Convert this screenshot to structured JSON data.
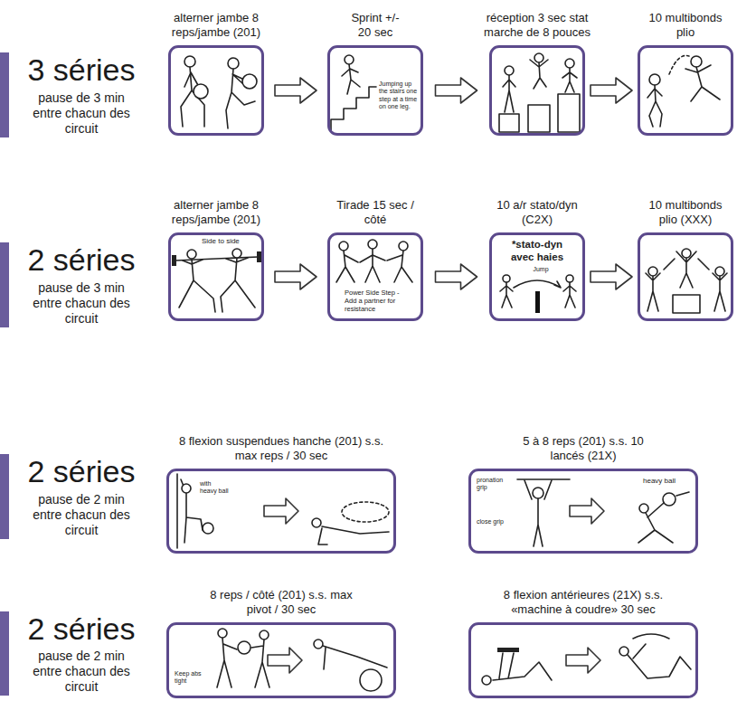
{
  "diagram": {
    "nodes": [
      {
        "text": [
          "alterner jambe 8 reps/jambe (201)"
        ]
      },
      {
        "text": [
          "Sprint +/- 20 sec",
          "Jumping up the stairs one step at a time on one leg."
        ]
      },
      {
        "text": [
          "réception 3 sec stat marche de 8 pouces"
        ]
      },
      {
        "text": [
          "10 multibonds plio"
        ]
      },
      {
        "text": [
          "alterner jambe 8 reps/jambe (201)",
          "Side to side"
        ]
      },
      {
        "text": [
          "Tirade 15 sec / côté",
          "Power Side Step -Add a partner for resistance"
        ]
      },
      {
        "text": [
          "10 a/r stato/dyn (C2X)",
          "*stato-dyn avec haies",
          "Jump"
        ]
      },
      {
        "text": [
          "10 multibonds plio (XXX)"
        ]
      },
      {
        "text": [
          "8 flexion suspendues hanche (201) s.s. max reps / 30 sec",
          "with heavy ball"
        ]
      },
      {
        "text": [
          "5 à 8 reps (201) s.s. 10 lancés (21X)",
          "pronation grip",
          "close grip",
          "heavy ball"
        ]
      },
      {
        "text": [
          "8 reps / côté (201) s.s. max pivot / 30 sec",
          "Keep abs tight"
        ]
      },
      {
        "text": [
          "8 flexion antérieures (21X) s.s. «machine à coudre» 30 sec"
        ]
      }
    ],
    "edges": [
      {
        "from": 0,
        "to": 1,
        "arrow": "to"
      },
      {
        "from": 1,
        "to": 2,
        "arrow": "to"
      },
      {
        "from": 2,
        "to": 3,
        "arrow": "to"
      },
      {
        "from": 4,
        "to": 5,
        "arrow": "to"
      },
      {
        "from": 5,
        "to": 6,
        "arrow": "to"
      },
      {
        "from": 6,
        "to": 7,
        "arrow": "to"
      }
    ],
    "labels": [
      "3 séries",
      "pause de 3 min entre chacun des circuit",
      "2 séries",
      "pause de 3 min entre chacun des circuit",
      "2 séries",
      "pause de 2 min entre chacun des circuit",
      "2 séries",
      "pause de 2 min entre chacun des circuit"
    ]
  }
}
